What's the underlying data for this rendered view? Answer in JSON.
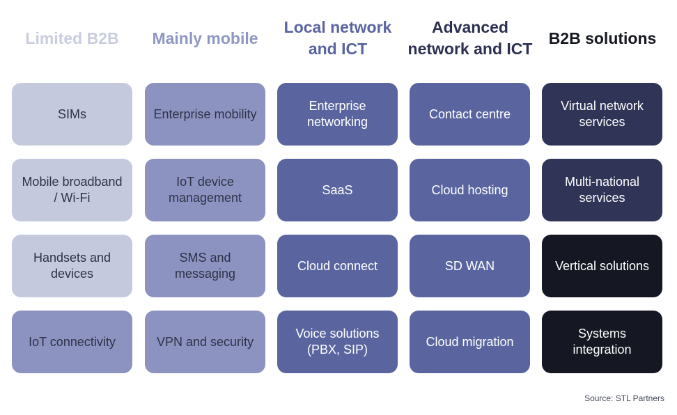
{
  "columns": [
    {
      "title": "Limited B2B",
      "title_color": "#c9cde0",
      "items": [
        {
          "label": "SIMs",
          "bg": "#c4c9dd",
          "fg": "#2e3248"
        },
        {
          "label": "Mobile broadband / Wi-Fi",
          "bg": "#c4c9dd",
          "fg": "#2e3248"
        },
        {
          "label": "Handsets and devices",
          "bg": "#c4c9dd",
          "fg": "#2e3248"
        },
        {
          "label": "IoT connectivity",
          "bg": "#8c93c0",
          "fg": "#2e3248"
        }
      ]
    },
    {
      "title": "Mainly mobile",
      "title_color": "#9097c2",
      "items": [
        {
          "label": "Enterprise mobility",
          "bg": "#8c93c0",
          "fg": "#2e3248"
        },
        {
          "label": "IoT device management",
          "bg": "#8c93c0",
          "fg": "#2e3248"
        },
        {
          "label": "SMS and messaging",
          "bg": "#8c93c0",
          "fg": "#2e3248"
        },
        {
          "label": "VPN and security",
          "bg": "#8c93c0",
          "fg": "#2e3248"
        }
      ]
    },
    {
      "title": "Local network and ICT",
      "title_color": "#5a64a0",
      "items": [
        {
          "label": "Enterprise networking",
          "bg": "#5a65a0",
          "fg": "#ffffff"
        },
        {
          "label": "SaaS",
          "bg": "#5a65a0",
          "fg": "#ffffff"
        },
        {
          "label": "Cloud connect",
          "bg": "#5a65a0",
          "fg": "#ffffff"
        },
        {
          "label": "Voice solutions (PBX, SIP)",
          "bg": "#5a65a0",
          "fg": "#ffffff"
        }
      ]
    },
    {
      "title": "Advanced network and ICT",
      "title_color": "#2c3050",
      "items": [
        {
          "label": "Contact centre",
          "bg": "#5a65a0",
          "fg": "#ffffff"
        },
        {
          "label": "Cloud hosting",
          "bg": "#5a65a0",
          "fg": "#ffffff"
        },
        {
          "label": "SD WAN",
          "bg": "#5a65a0",
          "fg": "#ffffff"
        },
        {
          "label": "Cloud migration",
          "bg": "#5a65a0",
          "fg": "#ffffff"
        }
      ]
    },
    {
      "title": "B2B solutions",
      "title_color": "#15171f",
      "items": [
        {
          "label": "Virtual network services",
          "bg": "#303456",
          "fg": "#ffffff"
        },
        {
          "label": "Multi-national services",
          "bg": "#303456",
          "fg": "#ffffff"
        },
        {
          "label": "Vertical solutions",
          "bg": "#151822",
          "fg": "#ffffff"
        },
        {
          "label": "Systems integration",
          "bg": "#151822",
          "fg": "#ffffff"
        }
      ]
    }
  ],
  "source": "Source: STL Partners"
}
